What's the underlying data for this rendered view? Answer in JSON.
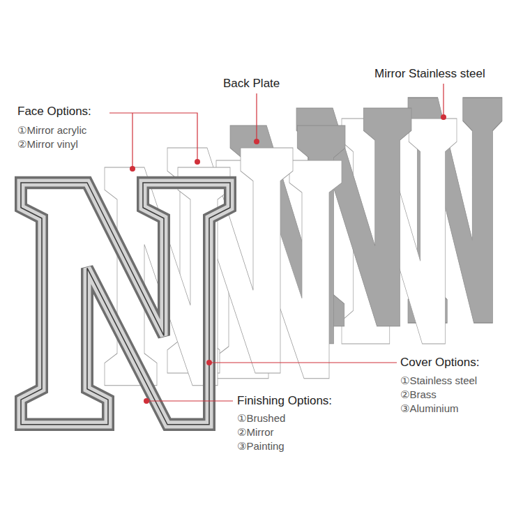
{
  "diagram": {
    "labels": [
      "Face Options:",
      "①Mirror acrylic",
      "②Mirror vinyl",
      "Back Plate",
      "Mirror Stainless steel",
      "Cover Options:",
      "①Stainless steel",
      "②Brass",
      "③Aluminium",
      "Finishing Options:",
      "①Brushed",
      "②Mirror",
      "③Painting"
    ]
  }
}
